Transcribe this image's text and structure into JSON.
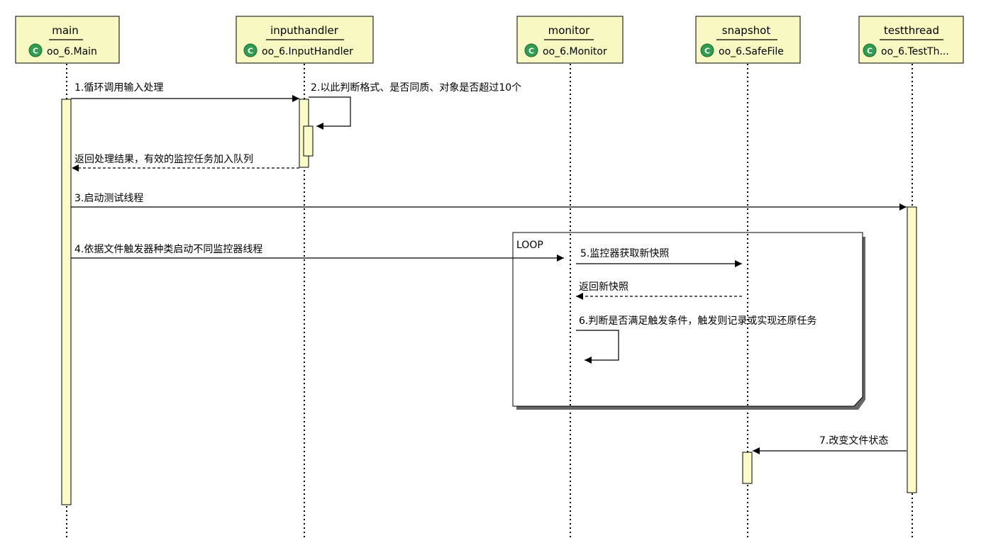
{
  "participants": [
    {
      "name": "main",
      "class": "oo_6.Main",
      "icon": "class-icon"
    },
    {
      "name": "inputhandler",
      "class": "oo_6.InputHandler",
      "icon": "class-icon"
    },
    {
      "name": "monitor",
      "class": "oo_6.Monitor",
      "icon": "class-icon"
    },
    {
      "name": "snapshot",
      "class": "oo_6.SafeFile",
      "icon": "class-icon"
    },
    {
      "name": "testthread",
      "class": "oo_6.TestTh...",
      "icon": "class-icon"
    }
  ],
  "messages": [
    {
      "label": "1.循环调用输入处理",
      "from": "main",
      "to": "inputhandler",
      "type": "call"
    },
    {
      "label": "2.以此判断格式、是否同质、对象是否超过10个",
      "from": "inputhandler",
      "to": "inputhandler",
      "type": "self-call"
    },
    {
      "label": "返回处理结果，有效的监控任务加入队列",
      "from": "inputhandler",
      "to": "main",
      "type": "return"
    },
    {
      "label": "3.启动测试线程",
      "from": "main",
      "to": "testthread",
      "type": "call"
    },
    {
      "label": "4.依据文件触发器种类启动不同监控器线程",
      "from": "main",
      "to": "monitor",
      "type": "call"
    },
    {
      "label": "5.监控器获取新快照",
      "from": "monitor",
      "to": "snapshot",
      "type": "call"
    },
    {
      "label": "返回新快照",
      "from": "snapshot",
      "to": "monitor",
      "type": "return"
    },
    {
      "label": "6.判断是否满足触发条件，触发则记录或实现还原任务",
      "from": "monitor",
      "to": "monitor",
      "type": "self-call"
    },
    {
      "label": "7.改变文件状态",
      "from": "testthread",
      "to": "snapshot",
      "type": "call"
    }
  ],
  "fragments": [
    {
      "label": "LOOP"
    }
  ],
  "colors": {
    "participant_fill": "#f8f8c2",
    "activation_fill": "#fbfbc8",
    "icon_green": "#2e9d4f",
    "line": "#000000"
  }
}
